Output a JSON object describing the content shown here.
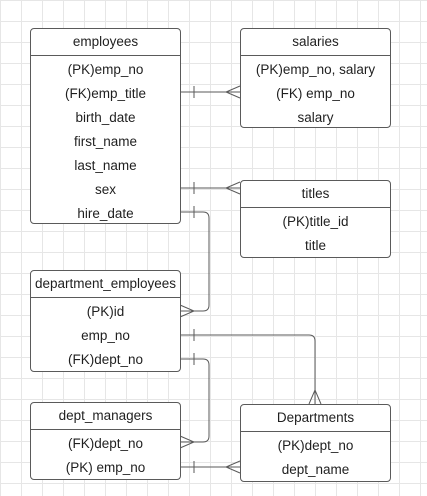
{
  "colors": {
    "line": "#5a5a5a",
    "grid": "#e6e6e6",
    "background": "#ffffff"
  },
  "entities": {
    "employees": {
      "title": "employees",
      "fields": [
        "(PK)emp_no",
        "(FK)emp_title",
        "birth_date",
        "first_name",
        "last_name",
        "sex",
        "hire_date"
      ]
    },
    "salaries": {
      "title": "salaries",
      "fields": [
        "(PK)emp_no, salary",
        "(FK) emp_no",
        "salary"
      ]
    },
    "titles": {
      "title": "titles",
      "fields": [
        "(PK)title_id",
        "title"
      ]
    },
    "department_employees": {
      "title": "department_employees",
      "fields": [
        "(PK)id",
        "emp_no",
        "(FK)dept_no"
      ]
    },
    "dept_managers": {
      "title": "dept_managers",
      "fields": [
        "(FK)dept_no",
        "(PK) emp_no"
      ]
    },
    "departments": {
      "title": "Departments",
      "fields": [
        "(PK)dept_no",
        "dept_name"
      ]
    }
  }
}
